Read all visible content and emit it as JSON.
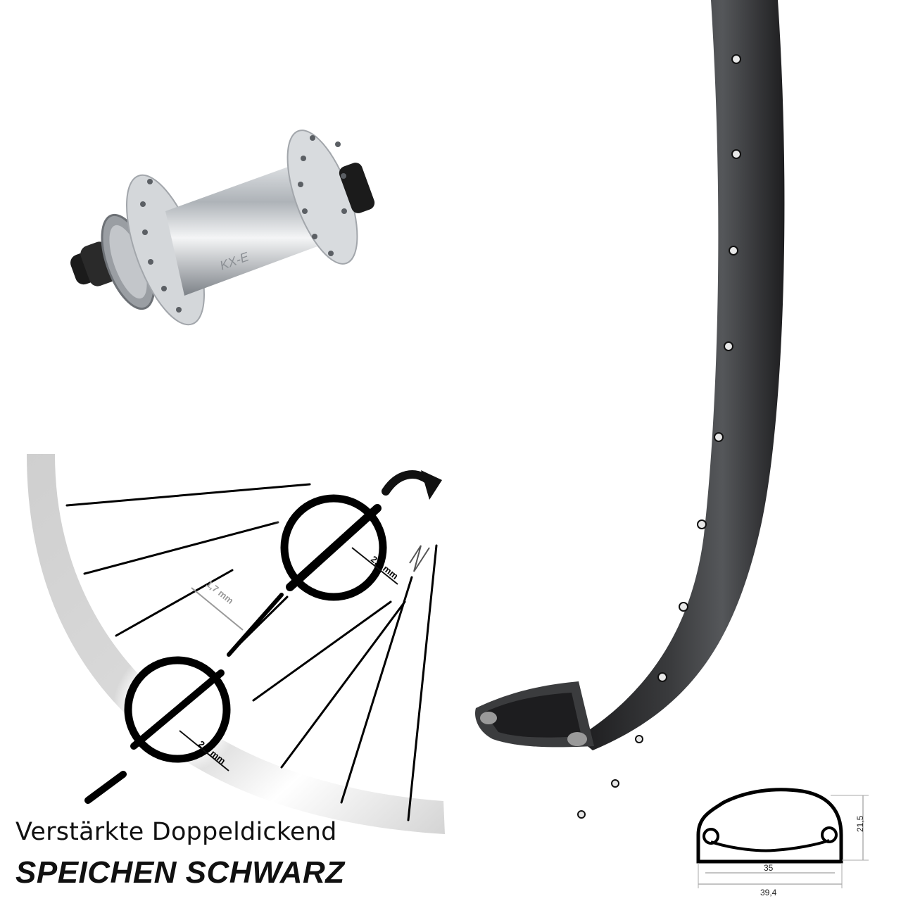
{
  "hub": {
    "brand": "KX-E"
  },
  "spokes": {
    "gauge_center": "1,7 mm",
    "gauge_butt_top": "2,3 mm",
    "gauge_butt_bottom": "2,0 mm"
  },
  "rim_profile": {
    "height": "21,5",
    "inner_width": "35",
    "outer_width": "39,4"
  },
  "caption": {
    "line1": "Verstärkte Doppeldickend",
    "line2": "SPEICHEN SCHWARZ"
  },
  "colors": {
    "rim": "#2c2c2e",
    "hub": "#c9cdd1",
    "spoke": "#000000",
    "rim_band": "#d6d6d6"
  }
}
